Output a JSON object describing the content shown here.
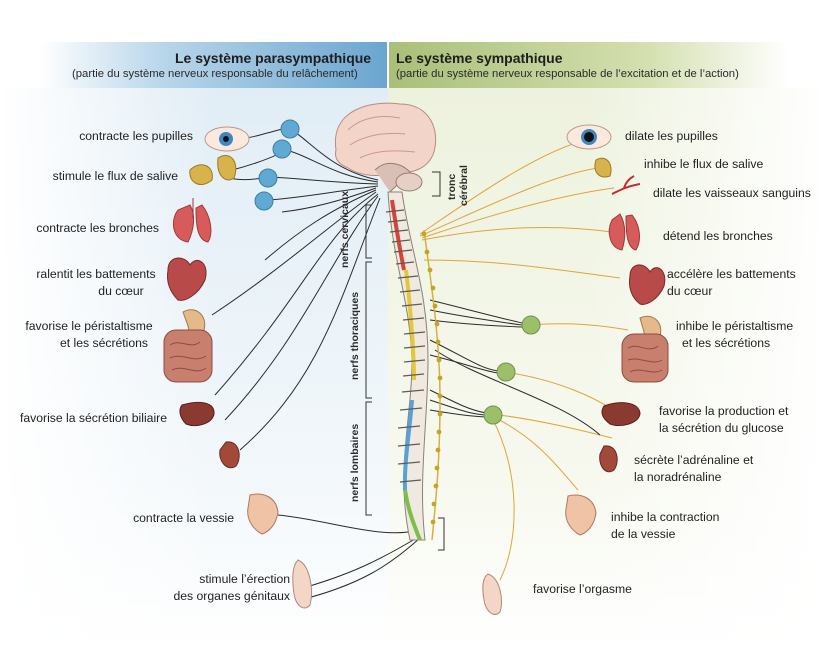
{
  "parasympathetic": {
    "title": "Le système parasympathique",
    "subtitle": "(partie du système nerveux responsable du relâchement)",
    "labels": [
      "contracte les pupilles",
      "stimule le flux de salive",
      "contracte les bronches",
      "ralentit les battements",
      "du cœur",
      "favorise le péristaltisme",
      "et les sécrétions",
      "favorise la sécrétion biliaire",
      "contracte la vessie",
      "stimule l’érection",
      "des organes génitaux"
    ]
  },
  "sympathetic": {
    "title": "Le système sympathique",
    "subtitle": "(partie du système nerveux responsable de l’excitation et de l’action)",
    "labels": [
      "dilate les pupilles",
      "inhibe le flux de salive",
      "dilate les vaisseaux sanguins",
      "détend les bronches",
      "accélère les battements",
      "du cœur",
      "inhibe le péristaltisme",
      "et les sécrétions",
      "favorise la production et",
      "la sécrétion du glucose",
      "sécrète l’adrénaline et",
      "la noradrénaline",
      "inhibe la contraction",
      "de la vessie",
      "favorise l’orgasme"
    ]
  },
  "spine_labels": {
    "tronc": "tronc",
    "cerebral": "cérébral",
    "cervicaux": "nerfs cervicaux",
    "thoraciques": "nerfs thoraciques",
    "lombaires": "nerfs lombaires"
  },
  "colors": {
    "para_band": "#7fb1d6",
    "symp_band": "#bccd8e",
    "para_ganglion": "#5fa9d3",
    "symp_ganglion": "#9cbf6a",
    "symp_nerve": "#e0a43a",
    "para_nerve": "#2a2a2a"
  }
}
